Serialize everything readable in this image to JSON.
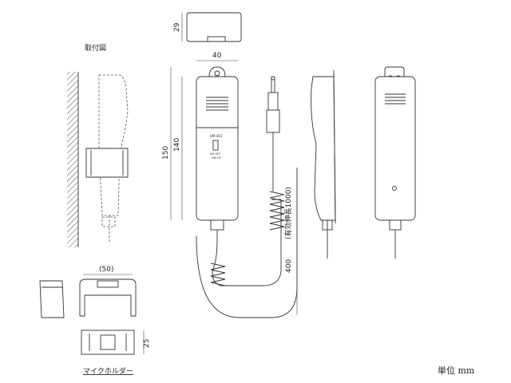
{
  "labels": {
    "mounting_diagram": "取付図",
    "mic_holder": "マイクホルダー",
    "unit": "単位 mm"
  },
  "dimensions": {
    "depth": "29",
    "width": "40",
    "total_height": "150",
    "body_height": "140",
    "holder_width": "(50)",
    "holder_depth": "25",
    "cord_length": "400",
    "cord_extended": "(有効伸長1000)"
  },
  "device_text": {
    "line1": "UM-401",
    "line2": "NO·OFF",
    "line3": "ON·CH"
  }
}
